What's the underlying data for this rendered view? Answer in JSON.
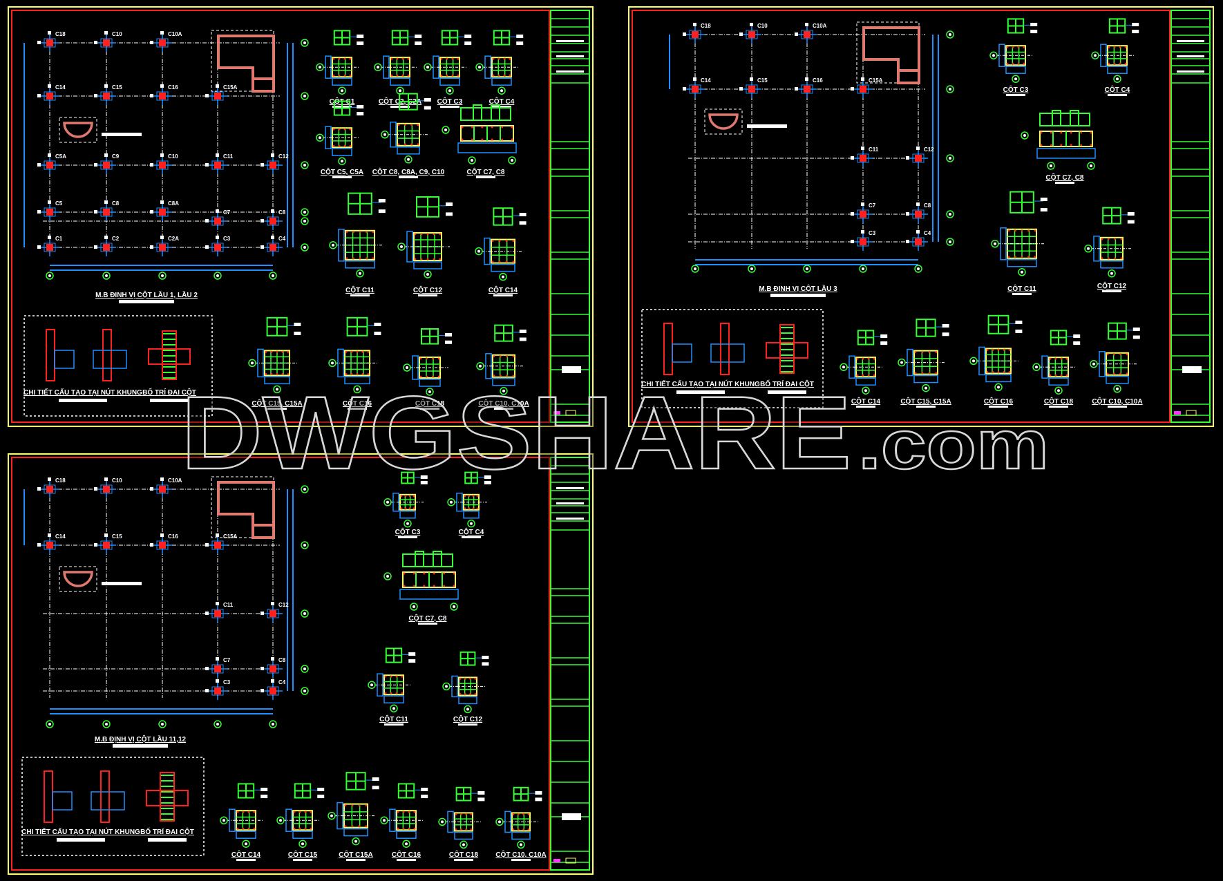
{
  "watermark": {
    "main": "DWGSHARE",
    "suffix": ".com"
  },
  "colors": {
    "frame_outer": "#ffff66",
    "frame_inner": "#ff2020",
    "grid_axis": "#ffffff",
    "dimension": "#1e90ff",
    "column": "#ff2020",
    "stirrup": "#33ff33",
    "title_block": "#33ff33"
  },
  "sheets": [
    {
      "plan_title": "M.B ĐỊNH VỊ CỘT LẦU 1, LẦU 2",
      "nodes": [
        "C18",
        "C10",
        "C10A",
        "C14",
        "C15",
        "C16",
        "C15A",
        "C5A",
        "C9",
        "C10",
        "C11",
        "C12",
        "C5",
        "C8",
        "C8A",
        "C7",
        "C8",
        "C1",
        "C2",
        "C2A",
        "C3",
        "C4"
      ],
      "joint_detail_title": "CHI TIẾT CẤU TẠO TẠI NÚT KHUNG",
      "stirrup_detail_title": "BỐ TRÍ ĐAI CỘT",
      "details": [
        "CỘT C1",
        "CỘT C2, C2A",
        "CỘT C3",
        "CỘT C4",
        "CỘT C5, C5A",
        "CỘT C8, C8A, C9, C10",
        "CỘT C7, C8",
        "CỘT C11",
        "CỘT C12",
        "CỘT C14",
        "CỘT C15, C15A",
        "CỘT C16",
        "CỘT C18",
        "CỘT C10, C10A"
      ]
    },
    {
      "plan_title": "M.B ĐỊNH VỊ CỘT LẦU 3",
      "nodes": [
        "C18",
        "C10",
        "C10A",
        "C14",
        "C15",
        "C16",
        "C15A",
        "C11",
        "C12",
        "C7",
        "C8",
        "C3",
        "C4"
      ],
      "joint_detail_title": "CHI TIẾT CẤU TẠO TẠI NÚT KHUNG",
      "stirrup_detail_title": "BỐ TRÍ ĐAI CỘT",
      "details": [
        "CỘT C3",
        "CỘT C4",
        "CỘT C7, C8",
        "CỘT C11",
        "CỘT C12",
        "CỘT C14",
        "CỘT C15, C15A",
        "CỘT C16",
        "CỘT C18",
        "CỘT C10, C10A"
      ]
    },
    {
      "plan_title": "M.B ĐỊNH VỊ CỘT LẦU 11,12",
      "nodes": [
        "C18",
        "C10",
        "C10A",
        "C14",
        "C15",
        "C16",
        "C15A",
        "C11",
        "C12",
        "C7",
        "C8",
        "C3",
        "C4"
      ],
      "joint_detail_title": "CHI TIẾT CẤU TẠO TẠI NÚT KHUNG",
      "stirrup_detail_title": "BỐ TRÍ ĐAI CỘT",
      "details": [
        "CỘT C3",
        "CỘT C4",
        "CỘT C7, C8",
        "CỘT C11",
        "CỘT C12",
        "CỘT C14",
        "CỘT C15",
        "CỘT C15A",
        "CỘT C16",
        "CỘT C18",
        "CỘT C10, C10A"
      ]
    }
  ]
}
